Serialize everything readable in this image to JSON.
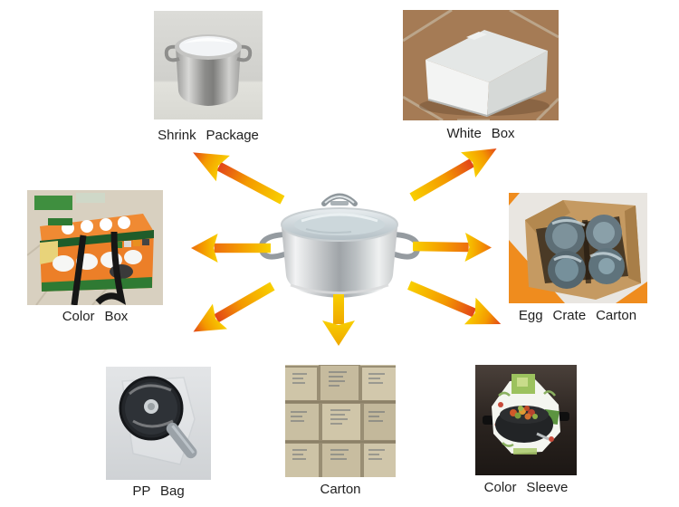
{
  "packaging_options": [
    {
      "label": "Shrink Package"
    },
    {
      "label": "White Box"
    },
    {
      "label": "Color Box"
    },
    {
      "label": "Egg Crate Carton"
    },
    {
      "label": "PP Bag"
    },
    {
      "label": "Carton"
    },
    {
      "label": "Color Sleeve"
    }
  ],
  "arrows": {
    "directions": [
      "up-left",
      "up-right",
      "left",
      "right",
      "down-left",
      "down",
      "down-right"
    ]
  },
  "colors": {
    "arrow_tail": "#F8CF00",
    "arrow_mid": "#F49A00",
    "arrow_head_red": "#E2441A",
    "arrow_head_orange": "#ED6D10",
    "arrow_gold_tip": "#EFA700",
    "label_text": "#1F1F1F",
    "background": "#FFFFFF"
  }
}
